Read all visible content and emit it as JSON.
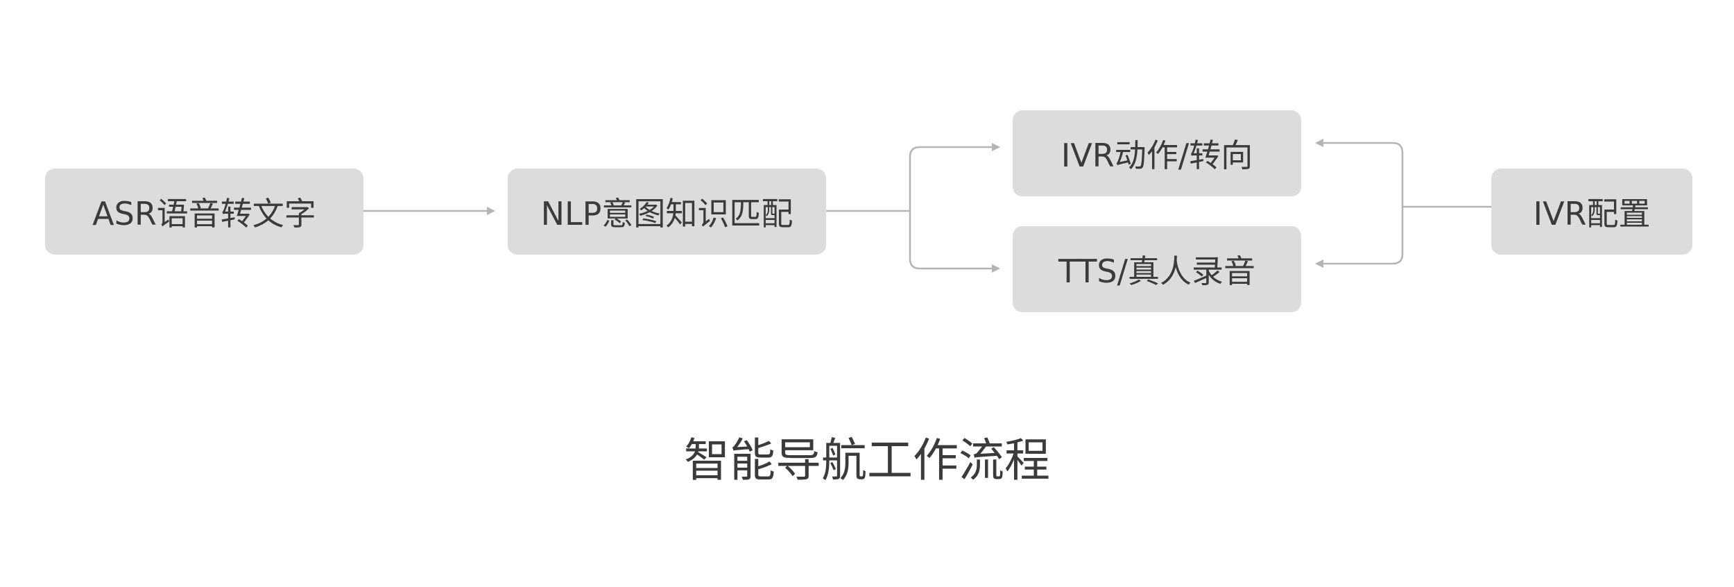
{
  "diagram": {
    "title": "智能导航工作流程",
    "nodes": {
      "asr": "ASR语音转文字",
      "nlp": "NLP意图知识匹配",
      "ivr_action": "IVR动作/转向",
      "tts": "TTS/真人录音",
      "ivr_config": "IVR配置"
    },
    "colors": {
      "node_fill": "#dcdcdc",
      "text": "#3b3b3b",
      "connector": "#b4b4b4"
    }
  }
}
